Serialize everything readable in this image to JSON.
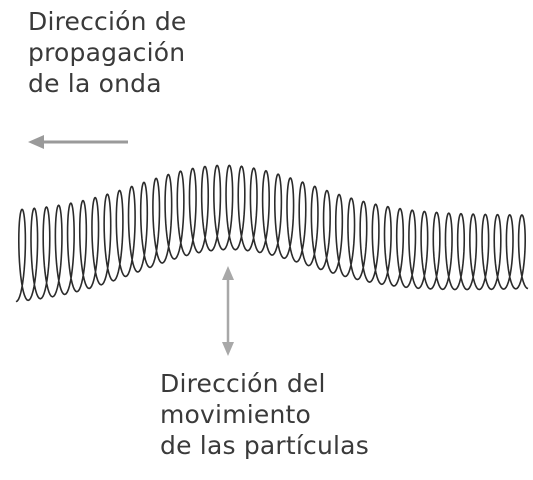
{
  "propagation_label": {
    "line1": "Dirección de",
    "line2": "propagación",
    "line3": "de la onda"
  },
  "particle_label": {
    "line1": "Dirección del",
    "line2": "movimiento",
    "line3": "de las partículas"
  },
  "colors": {
    "text": "#3a3a3a",
    "arrow": "#9a9a9a",
    "spring": "#2b2b2b"
  },
  "icons": {
    "propagation_arrow": "arrow-left-icon",
    "particle_arrow": "arrow-up-down-icon",
    "spring": "coil-spring-wave"
  }
}
